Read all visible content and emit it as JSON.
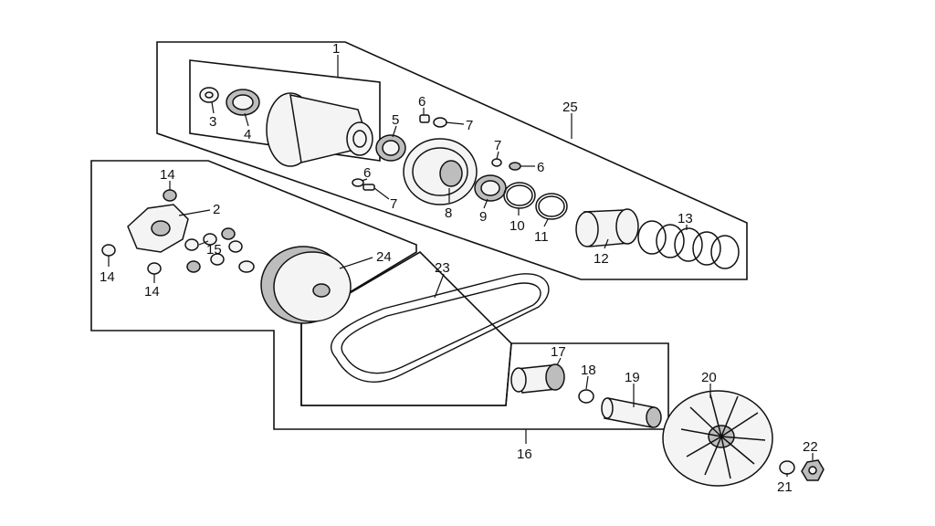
{
  "diagram": {
    "type": "exploded-parts-diagram",
    "line_color": "#111111",
    "background": "#ffffff",
    "callouts": [
      {
        "id": "c1",
        "text": "1"
      },
      {
        "id": "c2",
        "text": "2"
      },
      {
        "id": "c3",
        "text": "3"
      },
      {
        "id": "c4",
        "text": "4"
      },
      {
        "id": "c5",
        "text": "5"
      },
      {
        "id": "c6a",
        "text": "6"
      },
      {
        "id": "c6b",
        "text": "6"
      },
      {
        "id": "c6c",
        "text": "6"
      },
      {
        "id": "c7a",
        "text": "7"
      },
      {
        "id": "c7b",
        "text": "7"
      },
      {
        "id": "c7c",
        "text": "7"
      },
      {
        "id": "c8",
        "text": "8"
      },
      {
        "id": "c9",
        "text": "9"
      },
      {
        "id": "c10",
        "text": "10"
      },
      {
        "id": "c11",
        "text": "11"
      },
      {
        "id": "c12",
        "text": "12"
      },
      {
        "id": "c13",
        "text": "13"
      },
      {
        "id": "c14a",
        "text": "14"
      },
      {
        "id": "c14b",
        "text": "14"
      },
      {
        "id": "c14c",
        "text": "14"
      },
      {
        "id": "c15",
        "text": "15"
      },
      {
        "id": "c16",
        "text": "16"
      },
      {
        "id": "c17",
        "text": "17"
      },
      {
        "id": "c18",
        "text": "18"
      },
      {
        "id": "c19",
        "text": "19"
      },
      {
        "id": "c20",
        "text": "20"
      },
      {
        "id": "c21",
        "text": "21"
      },
      {
        "id": "c22",
        "text": "22"
      },
      {
        "id": "c23",
        "text": "23"
      },
      {
        "id": "c24",
        "text": "24"
      },
      {
        "id": "c25",
        "text": "25"
      }
    ]
  }
}
